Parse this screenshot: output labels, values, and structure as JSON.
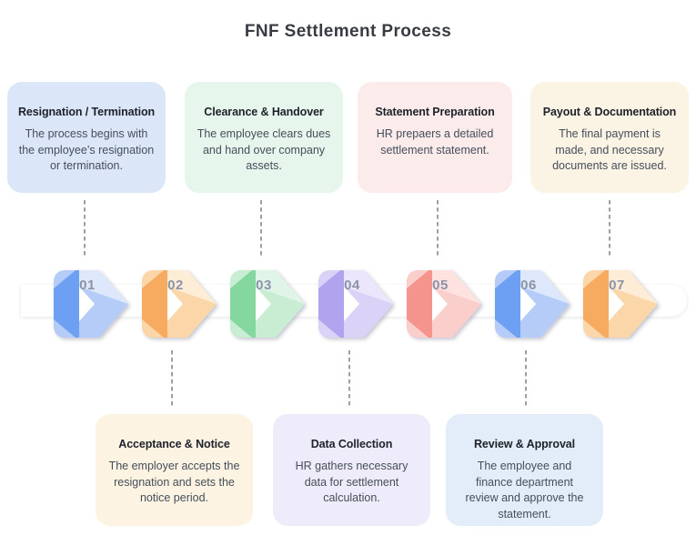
{
  "title": "FNF Settlement Process",
  "top_cards": [
    {
      "title": "Resignation / Termination",
      "body": "The process begins with\nthe employee’s resignation\nor termination.",
      "bg": "#dbe7f8"
    },
    {
      "title": "Clearance & Handover",
      "body": "The employee clears dues\nand hand over company\nassets.",
      "bg": "#e6f6ec"
    },
    {
      "title": "Statement Preparation",
      "body": "HR prepaers a detailed\nsettlement statement.",
      "bg": "#fcebeb"
    },
    {
      "title": "Payout & Documentation",
      "body": "The final payment is\nmade, and necessary\ndocuments are issued.",
      "bg": "#fbf3e3"
    }
  ],
  "bottom_cards": [
    {
      "title": "Acceptance & Notice",
      "body": "The employer accepts the\nresignation and sets the\nnotice period.",
      "bg": "#fdf3e3"
    },
    {
      "title": "Data Collection",
      "body": "HR gathers necessary\ndata for settlement\ncalculation.",
      "bg": "#eeecfa"
    },
    {
      "title": "Review & Approval",
      "body": "The employee and\nfinance department\nreview and approve the\nstatement.",
      "bg": "#e3edf9"
    }
  ],
  "steps": [
    {
      "number": "01",
      "colors": {
        "solid": "#6D9FF3",
        "mid": "#B5CCF9",
        "light": "#DEE8FC"
      }
    },
    {
      "number": "02",
      "colors": {
        "solid": "#F6AB60",
        "mid": "#FAD6A8",
        "light": "#FDEDD6"
      }
    },
    {
      "number": "03",
      "colors": {
        "solid": "#84D79E",
        "mid": "#C8EDD3",
        "light": "#E1F4E8"
      }
    },
    {
      "number": "04",
      "colors": {
        "solid": "#B2A3EE",
        "mid": "#DBD3F7",
        "light": "#EBE6FB"
      }
    },
    {
      "number": "05",
      "colors": {
        "solid": "#F5938D",
        "mid": "#FACFCB",
        "light": "#FDE2DF"
      }
    },
    {
      "number": "06",
      "colors": {
        "solid": "#6D9FF3",
        "mid": "#B5CCF9",
        "light": "#DEE8FC"
      }
    },
    {
      "number": "07",
      "colors": {
        "solid": "#F6AB60",
        "mid": "#FAD6A8",
        "light": "#FDEDD6"
      }
    }
  ],
  "connector_color": "#9aa0a8",
  "number_color": "#8b94a7"
}
